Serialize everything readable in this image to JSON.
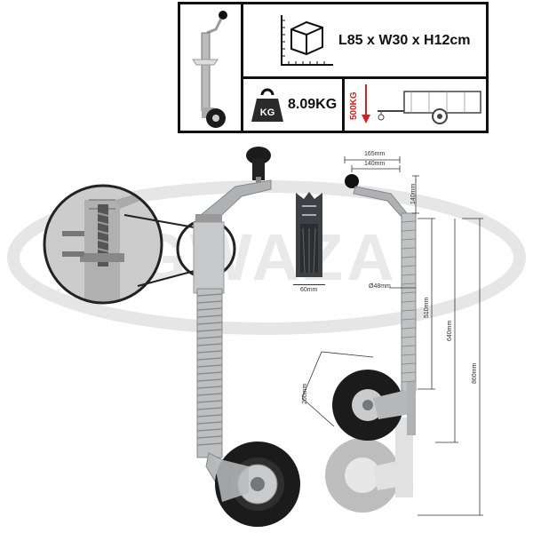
{
  "watermark": "GWAZA",
  "specs": {
    "dimensions": "L85 x W30 x H12cm",
    "weight": "8.09KG",
    "weight_badge": "KG",
    "load": "500KG"
  },
  "measurements": {
    "top_width_outer": "165mm",
    "top_width_inner": "140mm",
    "top_height": "140mm",
    "tube_diameter": "Ø48mm",
    "clamp_width": "60mm",
    "wheel_diameter": "200mm",
    "height_510": "510mm",
    "height_640": "640mm",
    "height_860": "860mm"
  },
  "colors": {
    "frame": "#111111",
    "load_arrow": "#d62020",
    "metal": "#b9bcbf",
    "tyre": "#1b1b1b"
  }
}
